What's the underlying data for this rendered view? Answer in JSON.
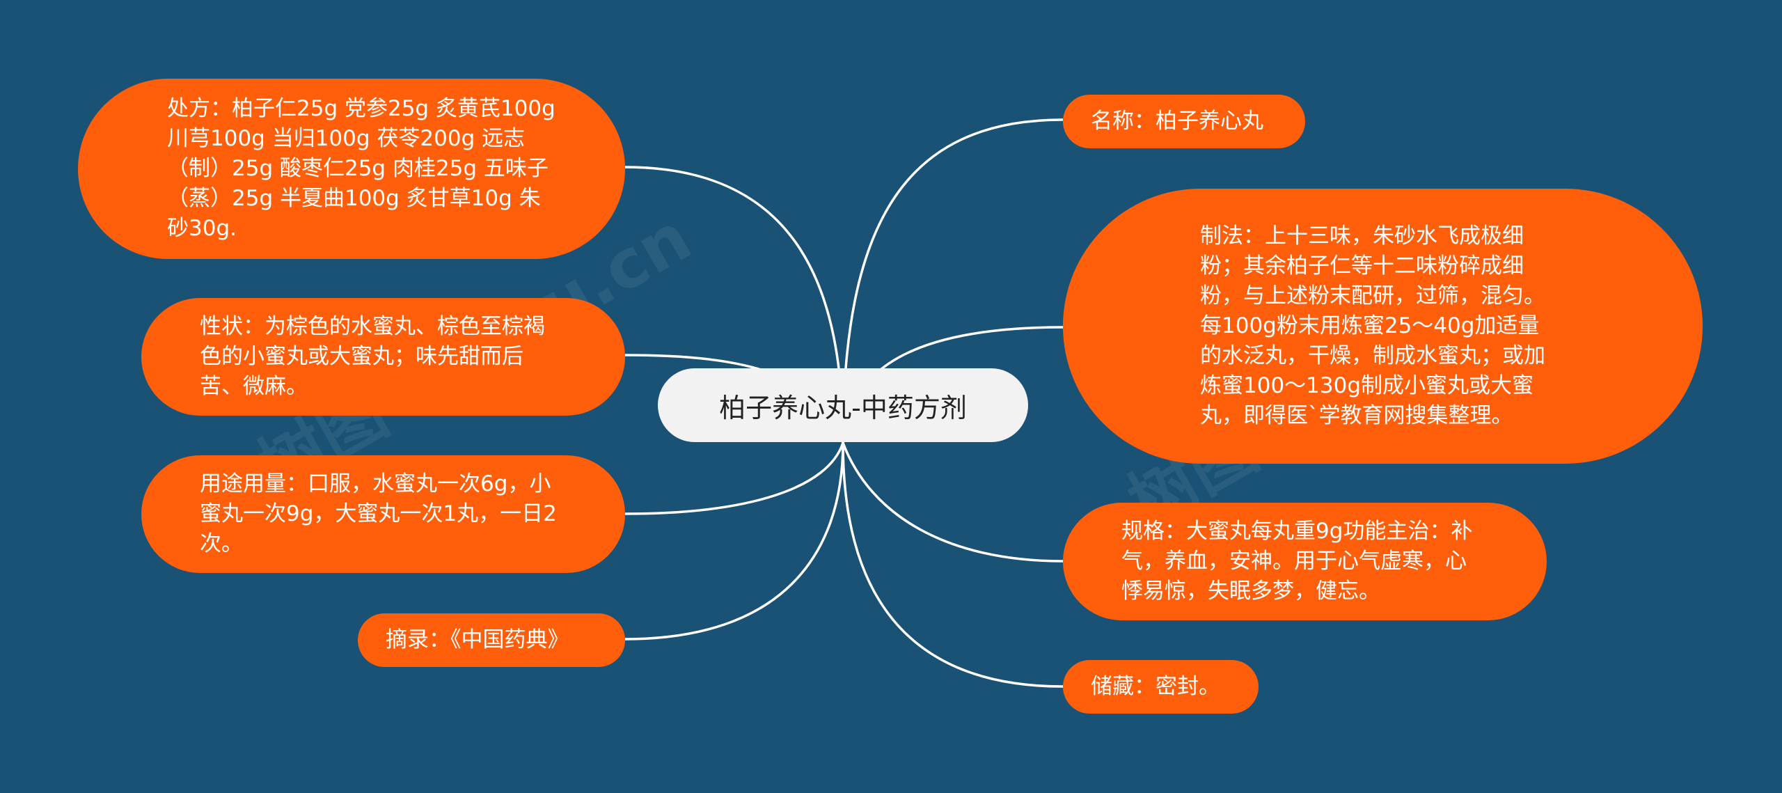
{
  "root": {
    "label": "柏子养心丸-中药方剂"
  },
  "left": {
    "prescription": "处方：柏子仁25g 党参25g 炙黄芪100g 川芎100g 当归100g 茯苓200g 远志（制）25g 酸枣仁25g 肉桂25g 五味子（蒸）25g 半夏曲100g 炙甘草10g 朱砂30g.",
    "appearance": "性状：为棕色的水蜜丸、棕色至棕褐色的小蜜丸或大蜜丸；味先甜而后苦、微麻。",
    "usage": "用途用量：口服，水蜜丸一次6g，小蜜丸一次9g，大蜜丸一次1丸，一日2次。",
    "source": "摘录：《中国药典》"
  },
  "right": {
    "name": "名称：柏子养心丸",
    "method": "制法：上十三味，朱砂水飞成极细粉；其余柏子仁等十二味粉碎成细粉，与上述粉末配研，过筛，混匀。每100g粉末用炼蜜25～40g加适量的水泛丸，干燥，制成水蜜丸；或加炼蜜100～130g制成小蜜丸或大蜜丸，即得医`学教育网搜集整理。",
    "spec": "规格：大蜜丸每丸重9g功能主治：补气，养血，安神。用于心气虚寒，心悸易惊，失眠多梦，健忘。",
    "storage": "储藏：密封。"
  },
  "watermark": "树图 shutu.cn",
  "colors": {
    "background": "#1a5276",
    "node": "#ff5f0a",
    "root": "#f2f2f2",
    "link": "#ffffff"
  }
}
